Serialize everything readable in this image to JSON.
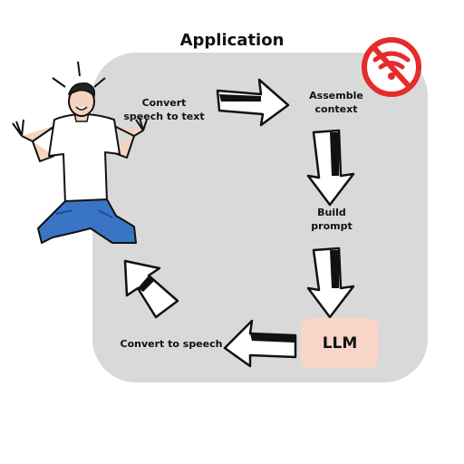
{
  "diagram": {
    "title": "Application",
    "steps": {
      "convert_speech_to_text": "Convert\nspeech to text",
      "assemble_context": "Assemble\ncontext",
      "build_prompt": "Build\nprompt",
      "llm": "LLM",
      "convert_to_speech": "Convert to speech"
    },
    "icons": {
      "no_wifi": "no-wifi-icon",
      "person": "frustrated-person-illustration"
    },
    "colors": {
      "panel": "#d9d9d9",
      "llm_box": "#f9d5c8",
      "no_wifi_red": "#e52b2b"
    }
  }
}
